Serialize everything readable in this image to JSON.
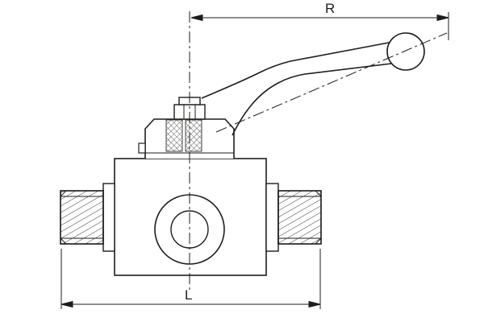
{
  "page": {
    "background": "#ffffff"
  },
  "drawing": {
    "subject": "ball-valve-with-lever-handle",
    "line_color": "#1d1d1b",
    "dimensions": {
      "r_label": "R",
      "l_label": "L"
    }
  }
}
